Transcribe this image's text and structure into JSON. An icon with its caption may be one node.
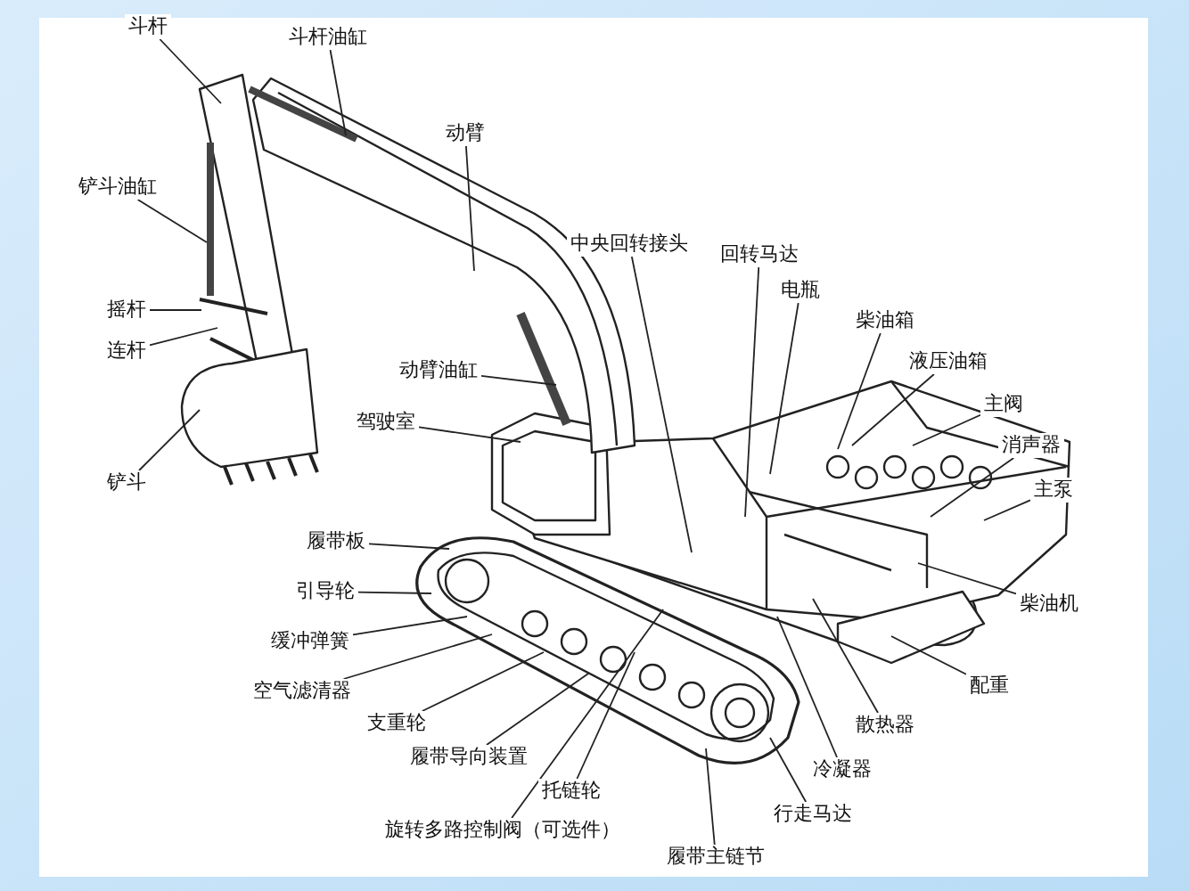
{
  "diagram": {
    "nodes": [
      {
        "text": [
          "斗杆"
        ]
      },
      {
        "text": [
          "斗杆油缸"
        ]
      },
      {
        "text": [
          "动臂"
        ]
      },
      {
        "text": [
          "铲斗油缸"
        ]
      },
      {
        "text": [
          "摇杆"
        ]
      },
      {
        "text": [
          "连杆"
        ]
      },
      {
        "text": [
          "铲斗"
        ]
      },
      {
        "text": [
          "动臂油缸"
        ]
      },
      {
        "text": [
          "驾驶室"
        ]
      },
      {
        "text": [
          "中央回转接头"
        ]
      },
      {
        "text": [
          "回转马达"
        ]
      },
      {
        "text": [
          "电瓶"
        ]
      },
      {
        "text": [
          "柴油箱"
        ]
      },
      {
        "text": [
          "液压油箱"
        ]
      },
      {
        "text": [
          "主阀"
        ]
      },
      {
        "text": [
          "消声器"
        ]
      },
      {
        "text": [
          "主泵"
        ]
      },
      {
        "text": [
          "柴油机"
        ]
      },
      {
        "text": [
          "配重"
        ]
      },
      {
        "text": [
          "履带板"
        ]
      },
      {
        "text": [
          "引导轮"
        ]
      },
      {
        "text": [
          "缓冲弹簧"
        ]
      },
      {
        "text": [
          "空气滤清器"
        ]
      },
      {
        "text": [
          "支重轮"
        ]
      },
      {
        "text": [
          "履带导向装置"
        ]
      },
      {
        "text": [
          "托链轮"
        ]
      },
      {
        "text": [
          "旋转多路控制阀（可选件）"
        ]
      },
      {
        "text": [
          "履带主链节"
        ]
      },
      {
        "text": [
          "行走马达"
        ]
      },
      {
        "text": [
          "冷凝器"
        ]
      },
      {
        "text": [
          "散热器"
        ]
      }
    ],
    "edges": [
      {
        "from": 0,
        "to": null,
        "arrow": "none"
      },
      {
        "from": 1,
        "to": null,
        "arrow": "none"
      },
      {
        "from": 2,
        "to": null,
        "arrow": "none"
      },
      {
        "from": 3,
        "to": null,
        "arrow": "none"
      },
      {
        "from": 4,
        "to": null,
        "arrow": "none"
      },
      {
        "from": 5,
        "to": null,
        "arrow": "none"
      },
      {
        "from": 6,
        "to": null,
        "arrow": "none"
      },
      {
        "from": 7,
        "to": null,
        "arrow": "none"
      },
      {
        "from": 8,
        "to": null,
        "arrow": "none"
      },
      {
        "from": 9,
        "to": null,
        "arrow": "none"
      },
      {
        "from": 10,
        "to": null,
        "arrow": "none"
      },
      {
        "from": 11,
        "to": null,
        "arrow": "none"
      },
      {
        "from": 12,
        "to": null,
        "arrow": "none"
      },
      {
        "from": 13,
        "to": null,
        "arrow": "none"
      },
      {
        "from": 14,
        "to": null,
        "arrow": "none"
      },
      {
        "from": 15,
        "to": null,
        "arrow": "none"
      },
      {
        "from": 16,
        "to": null,
        "arrow": "none"
      },
      {
        "from": 17,
        "to": null,
        "arrow": "none"
      },
      {
        "from": 18,
        "to": null,
        "arrow": "none"
      },
      {
        "from": 19,
        "to": null,
        "arrow": "none"
      },
      {
        "from": 20,
        "to": null,
        "arrow": "none"
      },
      {
        "from": 21,
        "to": null,
        "arrow": "none"
      },
      {
        "from": 22,
        "to": null,
        "arrow": "none"
      },
      {
        "from": 23,
        "to": null,
        "arrow": "none"
      },
      {
        "from": 24,
        "to": null,
        "arrow": "none"
      },
      {
        "from": 25,
        "to": null,
        "arrow": "none"
      },
      {
        "from": 26,
        "to": null,
        "arrow": "none"
      },
      {
        "from": 27,
        "to": null,
        "arrow": "none"
      },
      {
        "from": 28,
        "to": null,
        "arrow": "none"
      },
      {
        "from": 29,
        "to": null,
        "arrow": "none"
      },
      {
        "from": 30,
        "to": null,
        "arrow": "none"
      }
    ]
  }
}
